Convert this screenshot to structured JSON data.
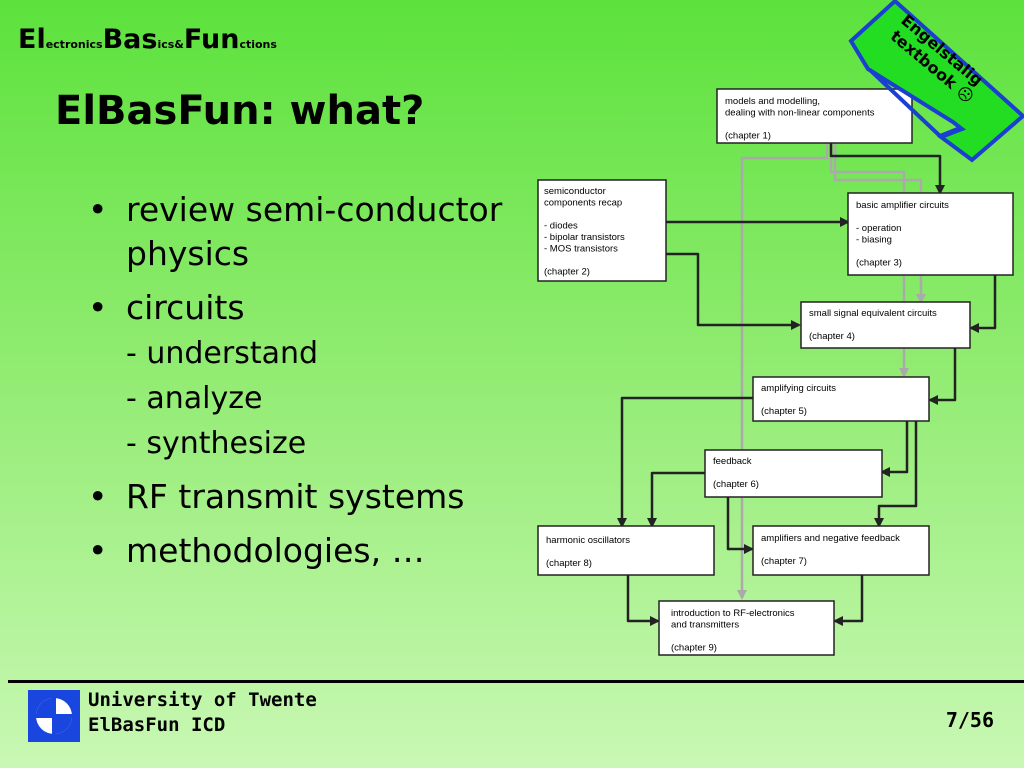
{
  "header": {
    "brand": [
      {
        "text": "El",
        "size": "big"
      },
      {
        "text": "ectronics",
        "size": "small"
      },
      {
        "text": "Bas",
        "size": "big"
      },
      {
        "text": "ics&",
        "size": "small"
      },
      {
        "text": "Fun",
        "size": "big"
      },
      {
        "text": "ctions",
        "size": "small"
      }
    ]
  },
  "title": "ElBasFun: what?",
  "bullets": [
    {
      "lines": [
        "review semi-conductor",
        "physics"
      ],
      "sub": []
    },
    {
      "lines": [
        "circuits"
      ],
      "sub": [
        "- understand",
        "- analyze",
        "- synthesize"
      ]
    },
    {
      "lines": [
        "RF transmit systems"
      ],
      "sub": []
    },
    {
      "lines": [
        "methodologies, …"
      ],
      "sub": []
    }
  ],
  "ribbon": {
    "line1": "Engelstalig",
    "line2": "textbook ☹"
  },
  "diagram": {
    "boxes": [
      {
        "id": "ch1",
        "lines": [
          "models and modelling,",
          "dealing with non-linear components",
          "",
          "(chapter 1)"
        ]
      },
      {
        "id": "ch2",
        "lines": [
          "semiconductor",
          "components recap",
          "",
          "- diodes",
          "- bipolar transistors",
          "- MOS transistors",
          "",
          "(chapter 2)"
        ]
      },
      {
        "id": "ch3",
        "lines": [
          "basic amplifier circuits",
          "",
          "- operation",
          "- biasing",
          "",
          "(chapter 3)"
        ]
      },
      {
        "id": "ch4",
        "lines": [
          "small signal equivalent circuits",
          "",
          "(chapter 4)"
        ]
      },
      {
        "id": "ch5",
        "lines": [
          "amplifying circuits",
          "",
          "(chapter 5)"
        ]
      },
      {
        "id": "ch6",
        "lines": [
          "feedback",
          "",
          "(chapter 6)"
        ]
      },
      {
        "id": "ch7",
        "lines": [
          "amplifiers and negative feedback",
          "",
          "(chapter 7)"
        ]
      },
      {
        "id": "ch8",
        "lines": [
          "harmonic oscillators",
          "",
          "(chapter 8)"
        ]
      },
      {
        "id": "ch9",
        "lines": [
          "introduction to RF-electronics",
          "and transmitters",
          "",
          "(chapter 9)"
        ]
      }
    ],
    "colors": {
      "dark_arrow": "#222222",
      "grey_arrow": "#aaaaaa",
      "box_fill": "#ffffff"
    }
  },
  "footer": {
    "line1": "University of Twente",
    "line2": "ElBasFun ICD",
    "page": "7/56"
  },
  "colors": {
    "background_top": "#5ce23c",
    "background_bottom": "#c9f8b4",
    "ribbon_fill": "#22dd22",
    "ribbon_border": "#1a3fd1",
    "logo_blue": "#1a46e0"
  }
}
